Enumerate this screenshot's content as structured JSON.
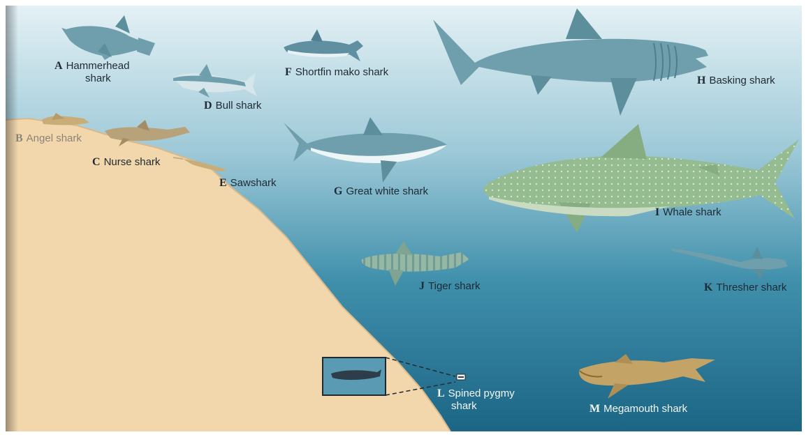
{
  "colors": {
    "water_top": "#dfeef3",
    "water_bottom": "#1f6f8e",
    "sand": "#f2d7ad",
    "shark_blue": "#6f9fad",
    "shark_green": "#95bb90",
    "shark_tan": "#c4a367",
    "label_dark": "#1e2a33",
    "label_light": "#f4f8f8"
  },
  "sharks": [
    {
      "letter": "A",
      "name": "Hammerhead",
      "name2": "shark"
    },
    {
      "letter": "B",
      "name": "Angel shark"
    },
    {
      "letter": "C",
      "name": "Nurse shark"
    },
    {
      "letter": "D",
      "name": "Bull shark"
    },
    {
      "letter": "E",
      "name": "Sawshark"
    },
    {
      "letter": "F",
      "name": "Shortfin mako shark"
    },
    {
      "letter": "G",
      "name": "Great white shark"
    },
    {
      "letter": "H",
      "name": "Basking shark"
    },
    {
      "letter": "I",
      "name": "Whale shark"
    },
    {
      "letter": "J",
      "name": "Tiger shark"
    },
    {
      "letter": "K",
      "name": "Thresher shark"
    },
    {
      "letter": "L",
      "name": "Spined pygmy",
      "name2": "shark"
    },
    {
      "letter": "M",
      "name": "Megamouth shark"
    }
  ]
}
